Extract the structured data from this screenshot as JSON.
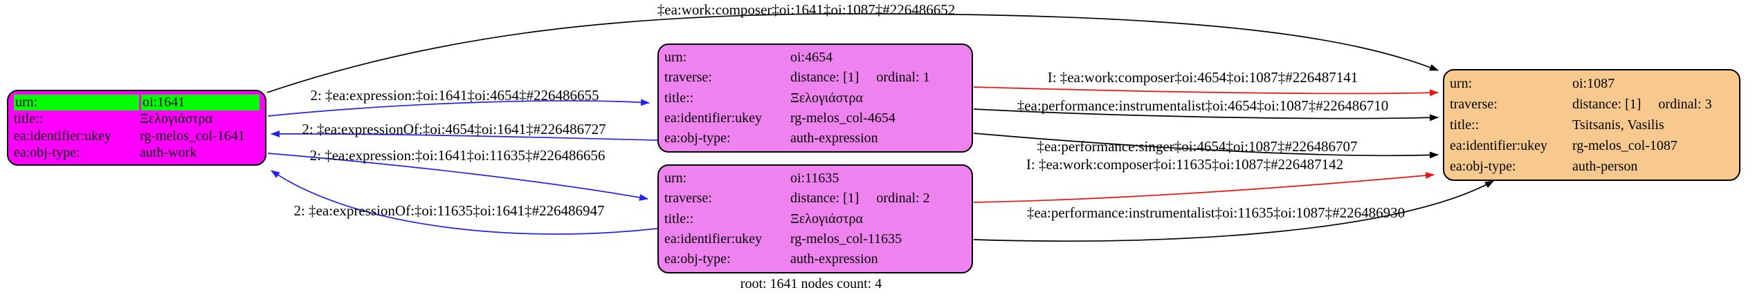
{
  "caption": "root: 1641 nodes count: 4",
  "colors": {
    "work_fill": "#FF00FF",
    "urn_highlight": "#00FF00",
    "expression_fill": "#EE82EE",
    "person_fill": "#F8C98E",
    "edge_blue": "#2222EE",
    "edge_red": "#EE1111",
    "edge_black": "#000000"
  },
  "nodes": {
    "work": {
      "rows": [
        {
          "key": "urn:",
          "value": "oi:1641"
        },
        {
          "key": "title::",
          "value": "Ξελογιάστρα"
        },
        {
          "key": "ea:identifier:ukey",
          "value": "rg-melos_col-1641"
        },
        {
          "key": "ea:obj-type:",
          "value": "auth-work"
        }
      ]
    },
    "expression1": {
      "rows": [
        {
          "key": "urn:",
          "value": "oi:4654"
        },
        {
          "key": "traverse:",
          "value": "distance: [1]     ordinal: 1"
        },
        {
          "key": "title::",
          "value": "Ξελογιάστρα"
        },
        {
          "key": "ea:identifier:ukey",
          "value": "rg-melos_col-4654"
        },
        {
          "key": "ea:obj-type:",
          "value": "auth-expression"
        }
      ]
    },
    "expression2": {
      "rows": [
        {
          "key": "urn:",
          "value": "oi:11635"
        },
        {
          "key": "traverse:",
          "value": "distance: [1]     ordinal: 2"
        },
        {
          "key": "title::",
          "value": "Ξελογιάστρα"
        },
        {
          "key": "ea:identifier:ukey",
          "value": "rg-melos_col-11635"
        },
        {
          "key": "ea:obj-type:",
          "value": "auth-expression"
        }
      ]
    },
    "person": {
      "rows": [
        {
          "key": "urn:",
          "value": "oi:1087"
        },
        {
          "key": "traverse:",
          "value": "distance: [1]     ordinal: 3"
        },
        {
          "key": "title::",
          "value": "Tsitsanis, Vasilis"
        },
        {
          "key": "ea:identifier:ukey",
          "value": "rg-melos_col-1087"
        },
        {
          "key": "ea:obj-type:",
          "value": "auth-person"
        }
      ]
    }
  },
  "edges": {
    "work_composer_1641": "‡ea:work:composer‡oi:1641‡oi:1087‡#226486652",
    "expression_4654": "2: ‡ea:expression:‡oi:1641‡oi:4654‡#226486655",
    "expressionOf_4654": "2: ‡ea:expressionOf:‡oi:4654‡oi:1641‡#226486727",
    "expression_11635": "2: ‡ea:expression:‡oi:1641‡oi:11635‡#226486656",
    "expressionOf_11635": "2: ‡ea:expressionOf:‡oi:11635‡oi:1641‡#226486947",
    "work_composer_4654": "I: ‡ea:work:composer‡oi:4654‡oi:1087‡#226487141",
    "perf_instrumentalist_4654": "‡ea:performance:instrumentalist‡oi:4654‡oi:1087‡#226486710",
    "perf_singer_4654": "‡ea:performance:singer‡oi:4654‡oi:1087‡#226486707",
    "work_composer_11635": "I: ‡ea:work:composer‡oi:11635‡oi:1087‡#226487142",
    "perf_instrumentalist_11635": "‡ea:performance:instrumentalist‡oi:11635‡oi:1087‡#226486930"
  }
}
